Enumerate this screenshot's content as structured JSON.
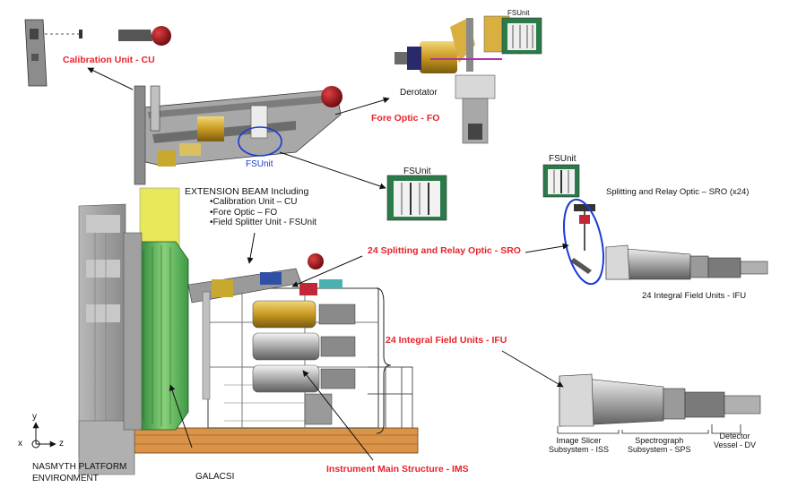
{
  "labels": {
    "calibration_unit": "Calibration Unit - CU",
    "fore_optic": "Fore Optic - FO",
    "derotator": "Derotator",
    "fsunit_top": "FSUnit",
    "fsunit_blue": "FSUnit",
    "fsunit_mid": "FSUnit",
    "fsunit_right": "FSUnit",
    "sro_x24": "Splitting and Relay Optic – SRO (x24)",
    "sro_24": "24 Splitting and Relay Optic - SRO",
    "ifu_right": "24 Integral Field Units - IFU",
    "ifu_red": "24 Integral Field Units  - IFU",
    "ims": "Instrument Main Structure - IMS",
    "galacsi": "GALACSI",
    "nasmyth": "NASMYTH PLATFORM",
    "environment": "ENVIRONMENT",
    "iss_1": "Image Slicer",
    "iss_2": "Subsystem - ISS",
    "sps_1": "Spectrograph",
    "sps_2": "Subsystem - SPS",
    "dv_1": "Detector",
    "dv_2": "Vessel - DV"
  },
  "extension_beam": {
    "title": "EXTENSION BEAM Including",
    "items": [
      "•Calibration Unit – CU",
      "•Fore Optic – FO",
      "•Field Splitter Unit - FSUnit"
    ]
  },
  "axes": {
    "x": "x",
    "y": "y",
    "z": "z"
  },
  "colors": {
    "label_red": "#e8232a",
    "label_blue": "#1a3ad6",
    "highlight_ellipse": "#1a3ad6",
    "gold": "#d2a830",
    "yellow": "#e6e650",
    "green": "#6cc06a",
    "platform_orange": "#d9944a",
    "grey_structure": "#9a9a9a",
    "red_sphere": "#a8101c"
  }
}
